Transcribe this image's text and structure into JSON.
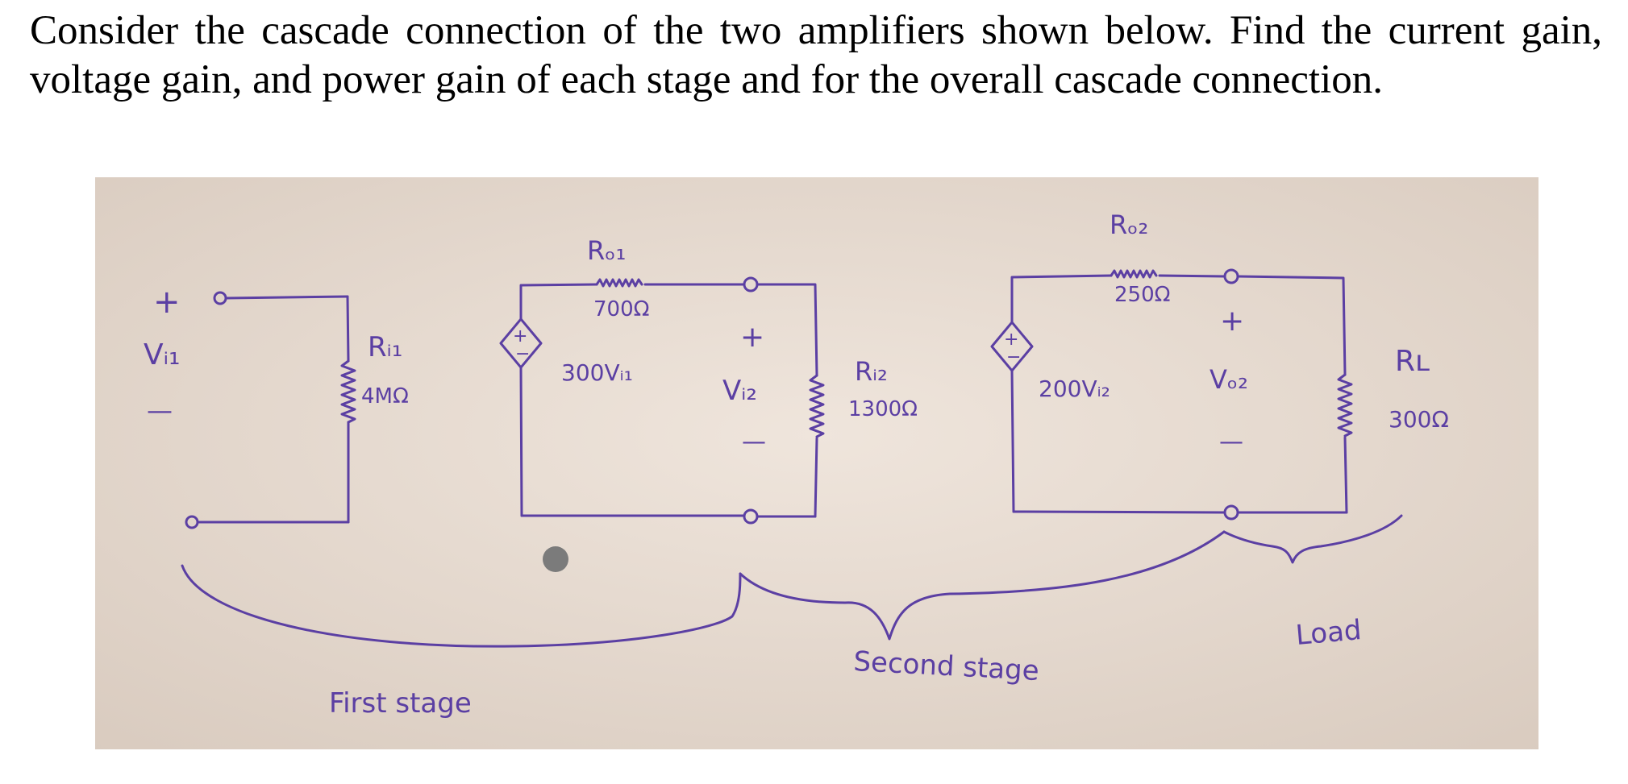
{
  "problem": {
    "text": "Consider the cascade connection of the two amplifiers shown below. Find the current gain, voltage gain, and power gain of each stage and for the overall cascade connection."
  },
  "circuit": {
    "ink_color": "#5b3fa3",
    "paper_color": "#e7dbd0",
    "dot_color": "#7b7b7b",
    "labels": {
      "vi1_plus": "+",
      "vi1": "Vᵢ₁",
      "vi1_minus": "—",
      "ri1": "Rᵢ₁",
      "ri1_value": "4MΩ",
      "ro1": "Rₒ₁",
      "ro1_value": "700Ω",
      "src1": "300Vᵢ₁",
      "src1_plus": "+",
      "src1_minus": "−",
      "vi2_plus": "+",
      "vi2": "Vᵢ₂",
      "vi2_minus": "—",
      "ri2": "Rᵢ₂",
      "ri2_value": "1300Ω",
      "ro2": "Rₒ₂",
      "ro2_value": "250Ω",
      "src2": "200Vᵢ₂",
      "src2_plus": "+",
      "src2_minus": "−",
      "vo2_plus": "+",
      "vo2": "Vₒ₂",
      "vo2_minus": "—",
      "rl": "Rʟ",
      "rl_value": "300Ω",
      "first_stage": "First stage",
      "second_stage": "Second stage",
      "load": "Load"
    }
  }
}
